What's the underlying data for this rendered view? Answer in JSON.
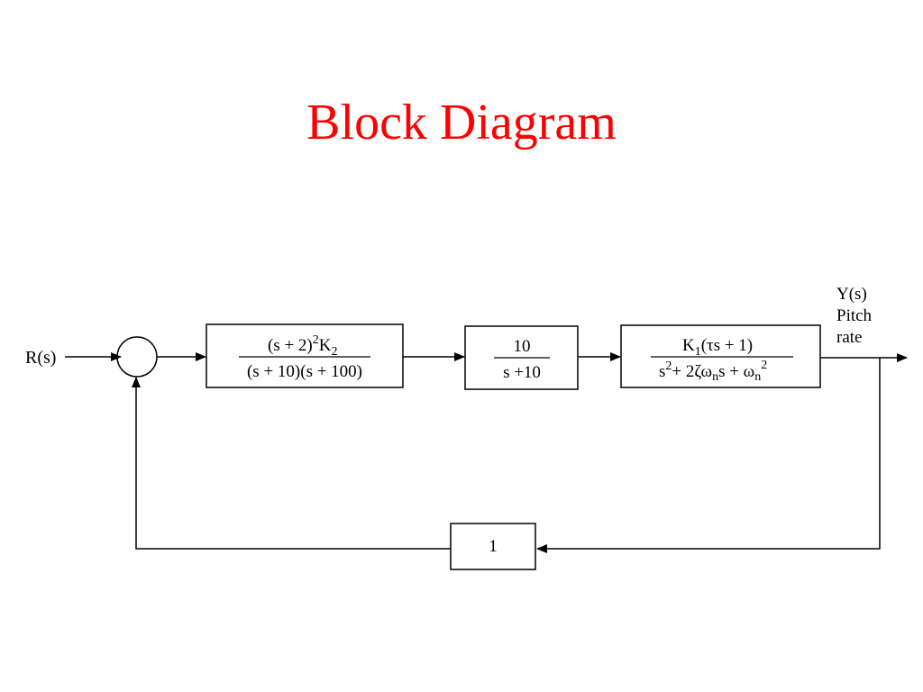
{
  "slide": {
    "title": "Block Diagram",
    "title_color": "#ff0000"
  },
  "diagram": {
    "input_label": "R(s)",
    "output_label_lines": [
      "Y(s)",
      "Pitch",
      "rate"
    ],
    "summing_junction": {
      "signs": []
    },
    "blocks": [
      {
        "id": "g1",
        "numerator": {
          "base": "(s + 2)",
          "sup": "2",
          "mid": "K",
          "sub": "2"
        },
        "denominator": "(s + 10)(s + 100)"
      },
      {
        "id": "g2",
        "numerator": "10",
        "denominator": "s +10"
      },
      {
        "id": "g3",
        "numerator": {
          "pre": "K",
          "sub": "1",
          "post": "(τs + 1)"
        },
        "denominator": {
          "p1": "s",
          "p1_sup": "2",
          "p2": "+ 2ζω",
          "p2_sub": "n",
          "p3": "s + ω",
          "p3_sub": "n",
          "p3_sup": "2"
        }
      }
    ],
    "feedback_block": {
      "label": "1"
    }
  }
}
